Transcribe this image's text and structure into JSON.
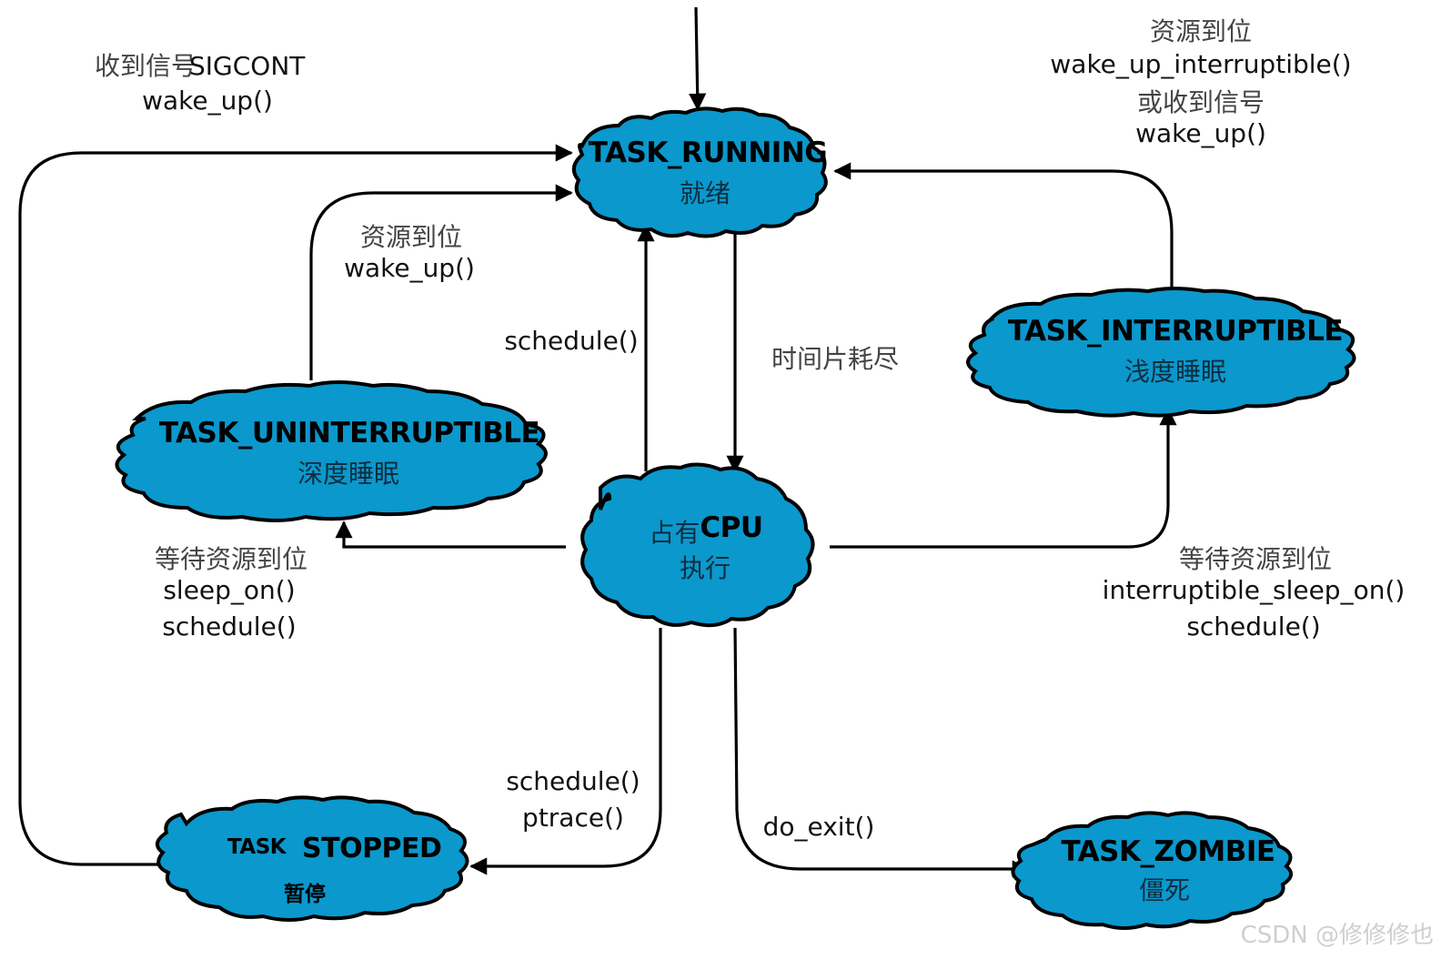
{
  "diagram": {
    "title": "Linux process state transitions",
    "fill_color": "#0b98cc",
    "states": {
      "running": {
        "title": "TASK_RUNNING",
        "subtitle": "就绪"
      },
      "cpu": {
        "title_prefix": "占有",
        "title_bold": "CPU",
        "subtitle": "执行"
      },
      "uninterruptible": {
        "title": "TASK_UNINTERRUPTIBLE",
        "subtitle": "深度睡眠"
      },
      "interruptible": {
        "title": "TASK_INTERRUPTIBLE",
        "subtitle": "浅度睡眠"
      },
      "stopped": {
        "title_a": "TASK",
        "title_b": "STOPPED",
        "subtitle": "暂停"
      },
      "zombie": {
        "title": "TASK_ZOMBIE",
        "subtitle": "僵死"
      }
    },
    "transitions": {
      "stopped_to_running": {
        "line1": "收到信号",
        "line1b": "SIGCONT",
        "line2": "wake_up()"
      },
      "unint_to_running": {
        "line1": "资源到位",
        "line2": "wake_up()"
      },
      "int_to_running": {
        "line1": "资源到位",
        "line2": "wake_up_interruptible()",
        "line3": "或收到信号",
        "line4": "wake_up()"
      },
      "cpu_to_running": {
        "line1": "schedule()"
      },
      "running_to_cpu": {
        "line1": "时间片耗尽"
      },
      "cpu_to_unint": {
        "line1": "等待资源到位",
        "line2": "sleep_on()",
        "line3": "schedule()"
      },
      "cpu_to_int": {
        "line1": "等待资源到位",
        "line2": "interruptible_sleep_on()",
        "line3": "schedule()"
      },
      "cpu_to_stopped": {
        "line1": "schedule()",
        "line2": "ptrace()"
      },
      "cpu_to_zombie": {
        "line1": "do_exit()"
      }
    },
    "watermark": "CSDN @修修修也"
  }
}
